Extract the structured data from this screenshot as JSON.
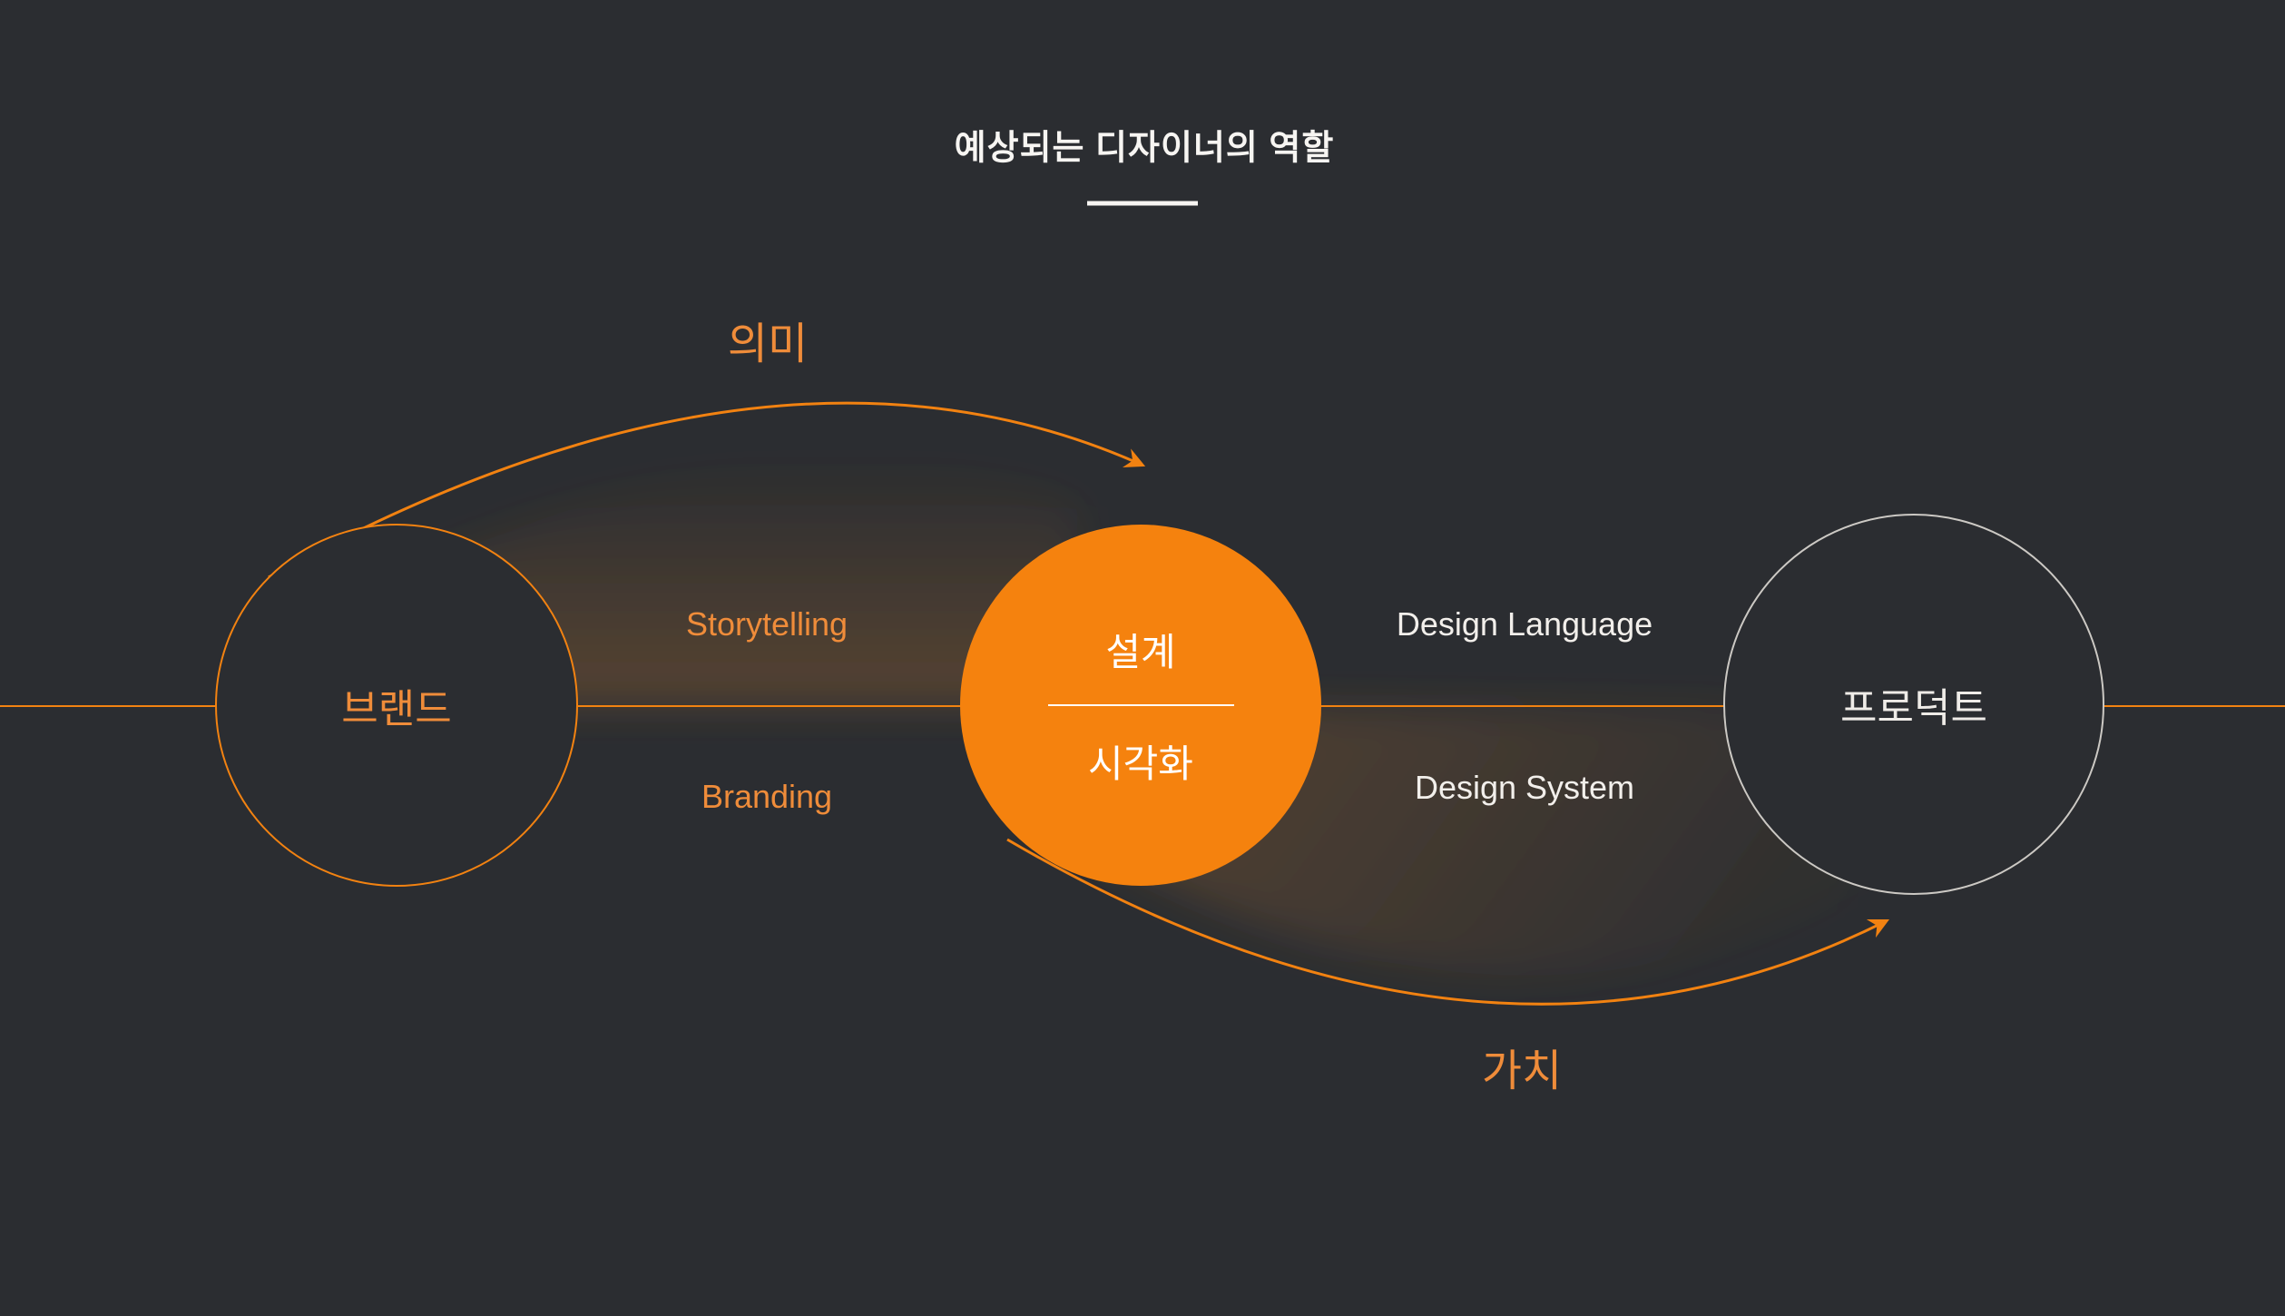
{
  "colors": {
    "background": "#2b2d31",
    "accent_orange": "#f28211",
    "circle_fill_orange": "#f5820e",
    "white": "#f7f5f2",
    "product_stroke": "#ccc9c4",
    "glow_brown": "#a06a32"
  },
  "title": {
    "text": "예상되는 디자이너의 역할"
  },
  "nodes": {
    "brand": {
      "label": "브랜드"
    },
    "design": {
      "top": "설계",
      "bottom": "시각화"
    },
    "product": {
      "label": "프로덕트"
    }
  },
  "labels": {
    "meaning": "의미",
    "value": "가치",
    "storytelling": "Storytelling",
    "branding": "Branding",
    "design_language": "Design Language",
    "design_system": "Design System"
  }
}
